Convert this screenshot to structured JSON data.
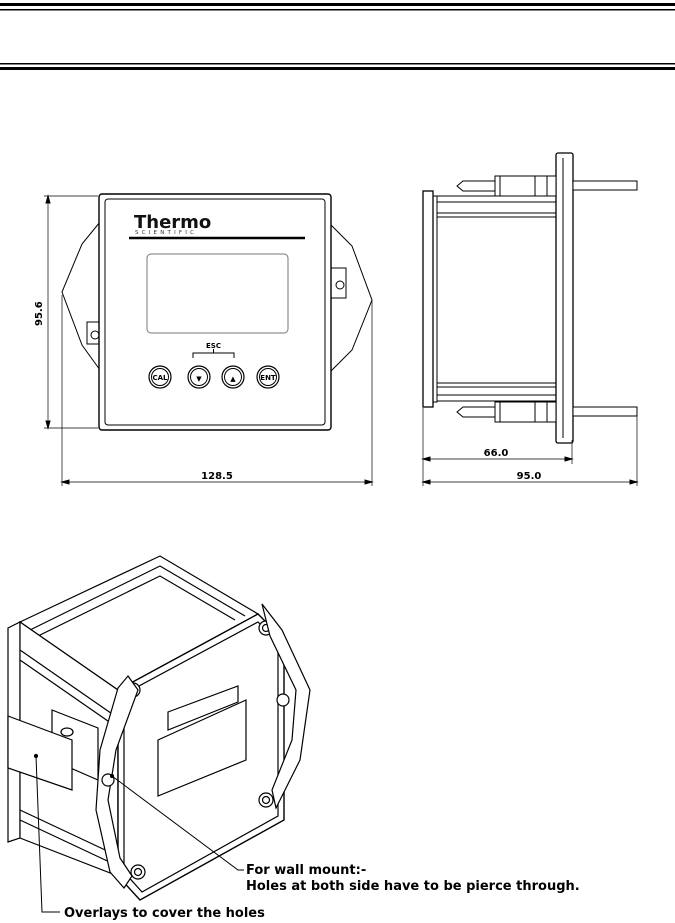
{
  "front_view": {
    "brand_name": "Thermo",
    "brand_sub": "SCIENTIFIC",
    "esc_label": "ESC",
    "buttons": [
      "CAL",
      "▼",
      "▲",
      "ENT"
    ],
    "height_dim": "95.6",
    "width_dim": "128.5"
  },
  "side_view": {
    "depth_dim": "66.0",
    "total_dim": "95.0"
  },
  "iso_view": {
    "callout_wall_1": "For wall mount:-",
    "callout_wall_2": "Holes at both side have to be pierce through.",
    "callout_overlay": "Overlays to cover the holes"
  }
}
